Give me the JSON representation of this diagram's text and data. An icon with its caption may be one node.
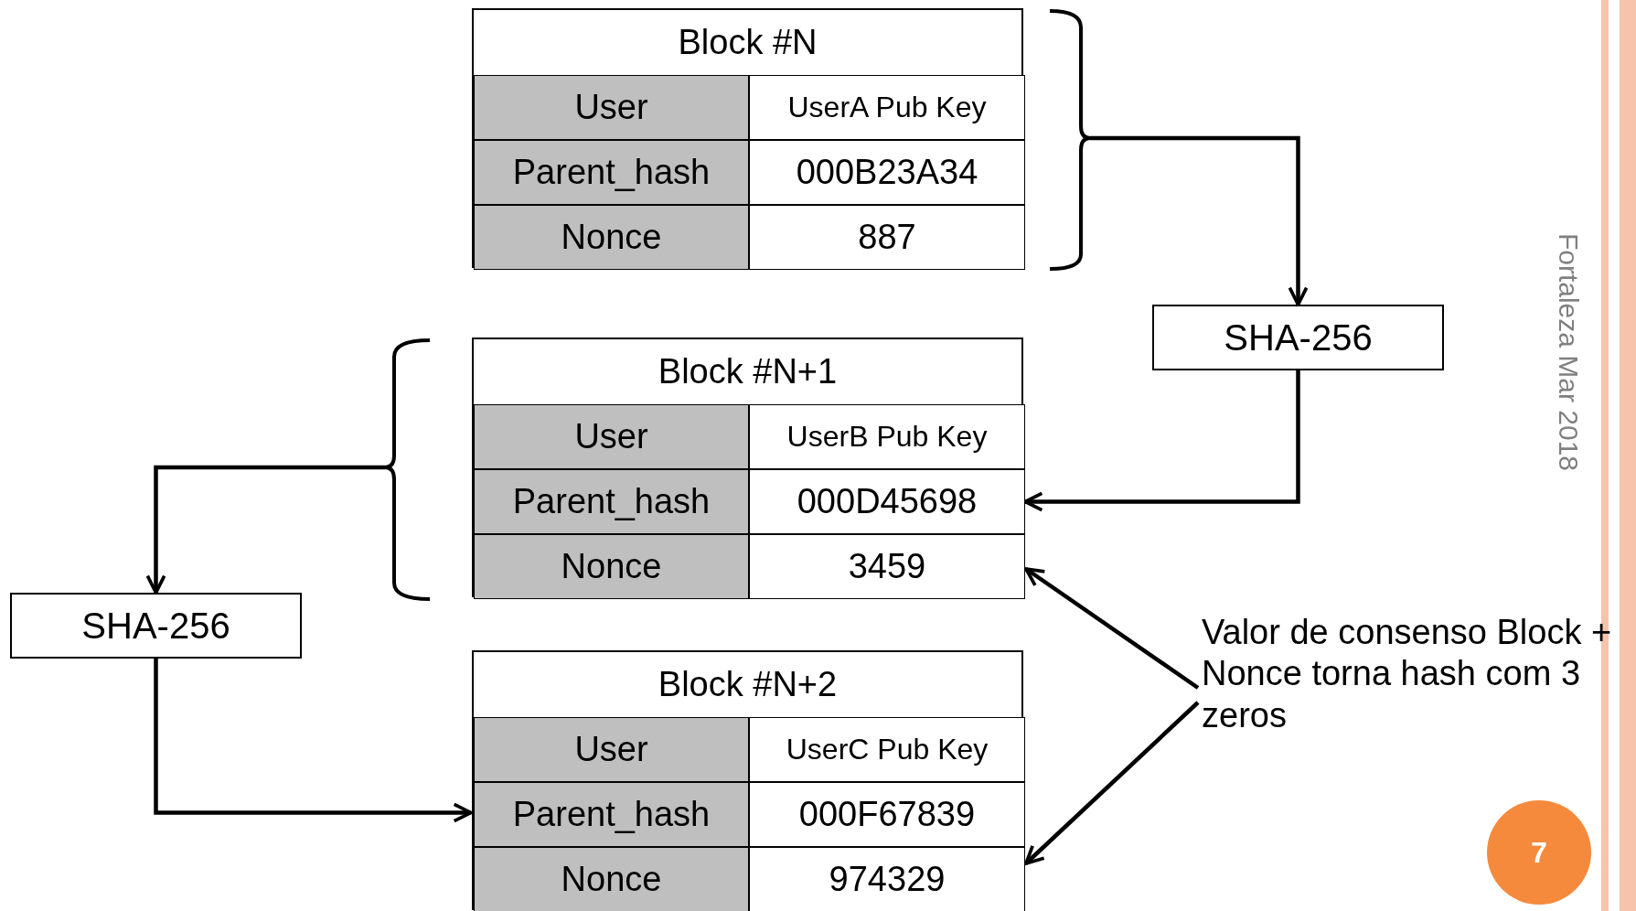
{
  "diagram": {
    "nodes": [
      {
        "text": [
          "Block #N"
        ]
      },
      {
        "text": [
          "User"
        ],
        "in": 0
      },
      {
        "text": [
          "UserA Pub Key"
        ],
        "in": 0
      },
      {
        "text": [
          "Parent_hash"
        ],
        "in": 0
      },
      {
        "text": [
          "000B23A34"
        ],
        "in": 0
      },
      {
        "text": [
          "Nonce"
        ],
        "in": 0
      },
      {
        "text": [
          "887"
        ],
        "in": 0
      },
      {
        "text": [
          "SHA-256"
        ]
      },
      {
        "text": [
          "Block #N+1"
        ]
      },
      {
        "text": [
          "User"
        ],
        "in": 8
      },
      {
        "text": [
          "UserB Pub Key"
        ],
        "in": 8
      },
      {
        "text": [
          "Parent_hash"
        ],
        "in": 8
      },
      {
        "text": [
          "000D45698"
        ],
        "in": 8
      },
      {
        "text": [
          "Nonce"
        ],
        "in": 8
      },
      {
        "text": [
          "3459"
        ],
        "in": 8
      },
      {
        "text": [
          "SHA-256"
        ]
      },
      {
        "text": [
          "Block #N+2"
        ]
      },
      {
        "text": [
          "User"
        ],
        "in": 16
      },
      {
        "text": [
          "UserC Pub Key"
        ],
        "in": 16
      },
      {
        "text": [
          "Parent_hash"
        ],
        "in": 16
      },
      {
        "text": [
          "000F67839"
        ],
        "in": 16
      },
      {
        "text": [
          "Nonce"
        ],
        "in": 16
      },
      {
        "text": [
          "974329"
        ],
        "in": 16
      },
      {
        "text": [
          "Valor de consenso Block + Nonce torna hash com 3 zeros"
        ]
      },
      {
        "text": [
          "7"
        ]
      }
    ],
    "edges": [
      {
        "from": 0,
        "to": 7,
        "arrow": "to"
      },
      {
        "from": 7,
        "to": 12,
        "arrow": "to"
      },
      {
        "from": 8,
        "to": 15,
        "arrow": "to"
      },
      {
        "from": 15,
        "to": 19,
        "arrow": "to"
      },
      {
        "from": 23,
        "to": 14,
        "arrow": "to"
      },
      {
        "from": 23,
        "to": 22,
        "arrow": "to"
      }
    ],
    "labels": [
      "Fortaleza Mar 2018"
    ]
  }
}
